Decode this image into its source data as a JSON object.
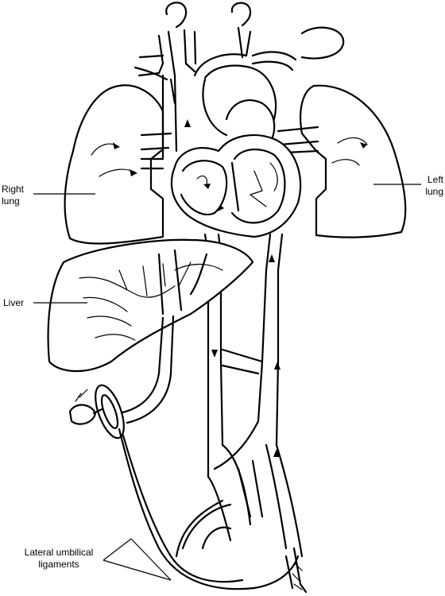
{
  "labels": {
    "right_lung_line1": "Right",
    "right_lung_line2": "lung",
    "left_lung_line1": "Left",
    "left_lung_line2": "lung",
    "liver": "Liver",
    "lateral_line1": "Lateral umbilical",
    "lateral_line2": "ligaments"
  },
  "colors": {
    "ink": "#000000",
    "background": "#ffffff"
  }
}
